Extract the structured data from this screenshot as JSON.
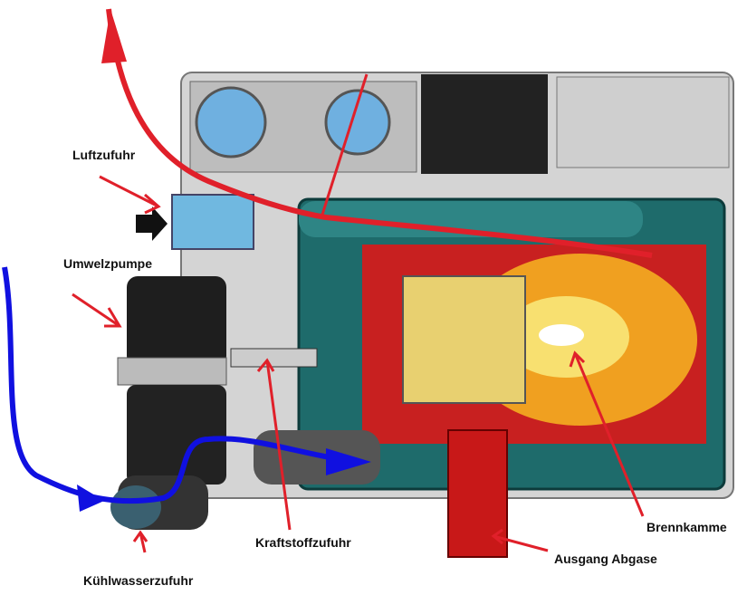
{
  "labels": {
    "air_intake": "Luftzufuhr",
    "circulation_pump": "Umwelzpumpe",
    "fuel_supply": "Kraftstoffzufuhr",
    "coolant_supply": "Kühlwasserzufuhr",
    "combustion_chamber": "Brennkamme",
    "exhaust_outlet": "Ausgang Abgase"
  },
  "colors": {
    "annotation_red": "#e0202a",
    "coolant_blue": "#1010e0",
    "housing_grey": "#c8c8c8",
    "heat_exchanger_teal": "#1e6b6b",
    "flame_orange": "#f0a020",
    "burner_yellow": "#e8d070",
    "exhaust_red": "#c81818"
  }
}
